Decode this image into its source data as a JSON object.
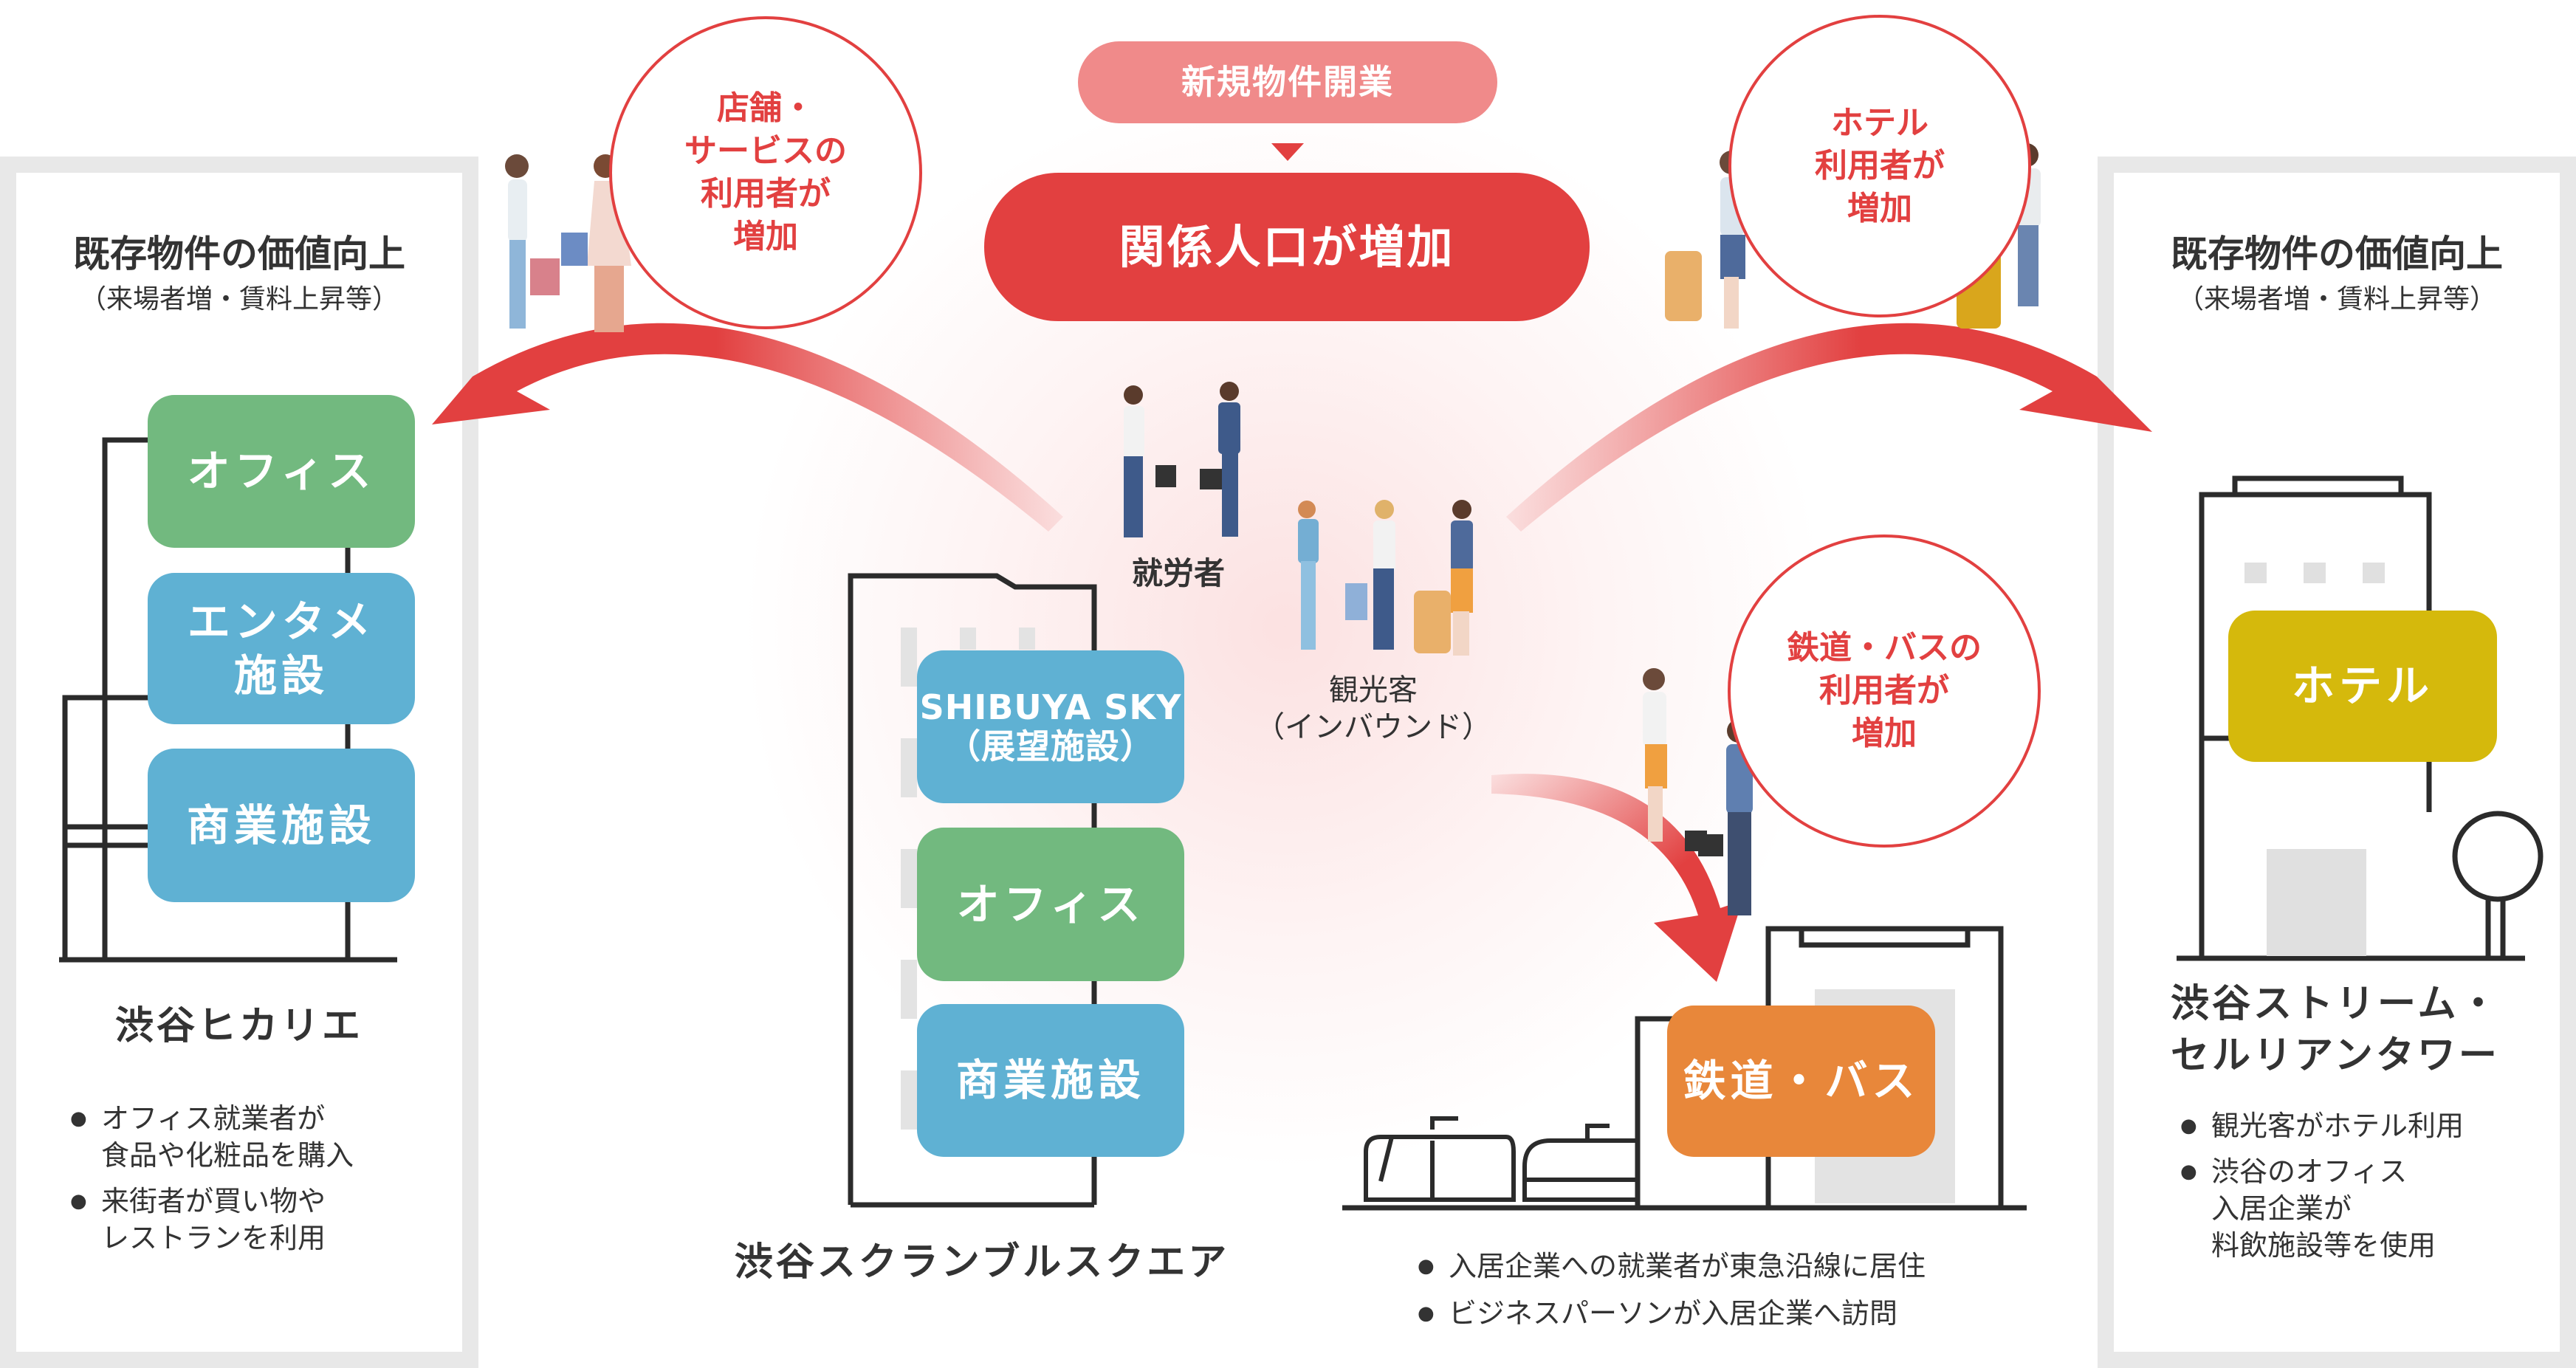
{
  "header": {
    "new_opening": "新規物件開業",
    "related_population": "関係人口が増加"
  },
  "left_panel": {
    "title": "既存物件の価値向上",
    "subtitle": "（来場者増・賃料上昇等）",
    "boxes": [
      "オフィス",
      "エンタメ\n施設",
      "商業施設"
    ],
    "building_name": "渋谷ヒカリエ",
    "bullets": [
      "オフィス就業者が\n食品や化粧品を購入",
      "来街者が買い物や\nレストランを利用"
    ]
  },
  "center": {
    "boxes": [
      "SHIBUYA SKY\n（展望施設）",
      "オフィス",
      "商業施設"
    ],
    "building_name": "渋谷スクランブルスクエア",
    "workers_label": "就労者",
    "tourists_label": "観光客\n（インバウンド）"
  },
  "bubbles": {
    "shops": "店舗・\nサービスの\n利用者が\n増加",
    "hotel": "ホテル\n利用者が\n増加",
    "rail": "鉄道・バスの\n利用者が\n増加"
  },
  "rail": {
    "box": "鉄道・バス",
    "bullets": [
      "入居企業への就業者が東急沿線に居住",
      "ビジネスパーソンが入居企業へ訪問"
    ]
  },
  "right_panel": {
    "title": "既存物件の価値向上",
    "subtitle": "（来場者増・賃料上昇等）",
    "box": "ホテル",
    "building_name": "渋谷ストリーム・\nセルリアンタワー",
    "bullets": [
      "観光客がホテル利用",
      "渋谷のオフィス\n入居企業が\n料飲施設等を使用"
    ]
  },
  "colors": {
    "accent_red": "#e24040",
    "pill_pink": "#f08a8a",
    "office_green": "#72b97f",
    "commercial_blue": "#5fb1d3",
    "rail_orange": "#e8873a",
    "hotel_yellow": "#d5b90c"
  }
}
